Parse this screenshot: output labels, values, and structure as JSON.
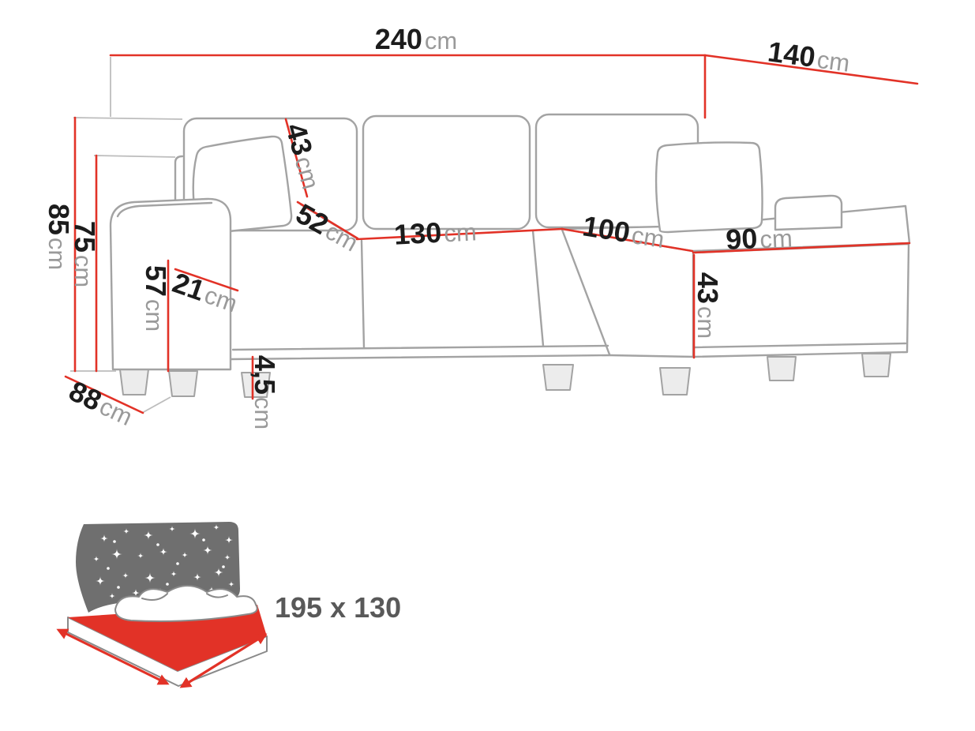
{
  "diagram": {
    "type": "corner-sofa-dimension-drawing",
    "colors": {
      "dimension": "#e23227",
      "outline": "#a3a3a3",
      "outline_light": "#bdbdbd",
      "number": "#1c1c1c",
      "unit": "#9a9a9a",
      "headboard": "#6f6f6f",
      "mattress": "#e23227",
      "size_text": "#595959"
    },
    "dimensions": {
      "total_width": {
        "value": "240",
        "unit": "cm"
      },
      "total_depth": {
        "value": "140",
        "unit": "cm"
      },
      "total_height": {
        "value": "85",
        "unit": "cm"
      },
      "backrest_height": {
        "value": "75",
        "unit": "cm"
      },
      "base_depth": {
        "value": "88",
        "unit": "cm"
      },
      "back_cushion_height": {
        "value": "43",
        "unit": "cm"
      },
      "seat_depth": {
        "value": "52",
        "unit": "cm"
      },
      "seat_width": {
        "value": "130",
        "unit": "cm"
      },
      "corner_seat_width": {
        "value": "100",
        "unit": "cm"
      },
      "chaise_width": {
        "value": "90",
        "unit": "cm"
      },
      "armrest_width": {
        "value": "21",
        "unit": "cm"
      },
      "armrest_height": {
        "value": "57",
        "unit": "cm"
      },
      "leg_height": {
        "value": "4,5",
        "unit": "cm"
      },
      "seat_height": {
        "value": "43",
        "unit": "cm"
      }
    },
    "sleeping_area": {
      "label": "195 x 130"
    }
  }
}
